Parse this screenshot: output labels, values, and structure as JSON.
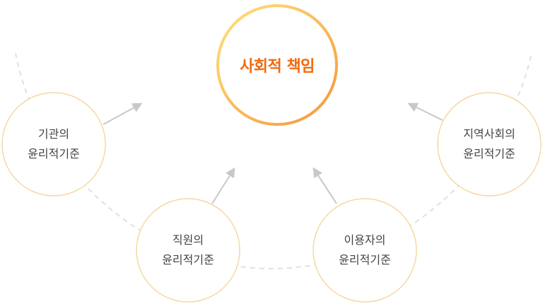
{
  "center": {
    "title": "사회적 책임"
  },
  "nodes": [
    {
      "id": "institution",
      "line1": "기관의",
      "line2": "윤리적기준"
    },
    {
      "id": "employee",
      "line1": "직원의",
      "line2": "윤리적기준"
    },
    {
      "id": "user",
      "line1": "이용자의",
      "line2": "윤리적기준"
    },
    {
      "id": "community",
      "line1": "지역사회의",
      "line2": "윤리적기준"
    }
  ],
  "colors": {
    "center_gradient_start": "#ffe27a",
    "center_gradient_end": "#f5963a",
    "center_text": "#f06a10",
    "node_stroke": "#f7d8a2",
    "arrow": "#c8c8c8",
    "dashed_arc": "#e0e0e0",
    "text": "#444444"
  }
}
